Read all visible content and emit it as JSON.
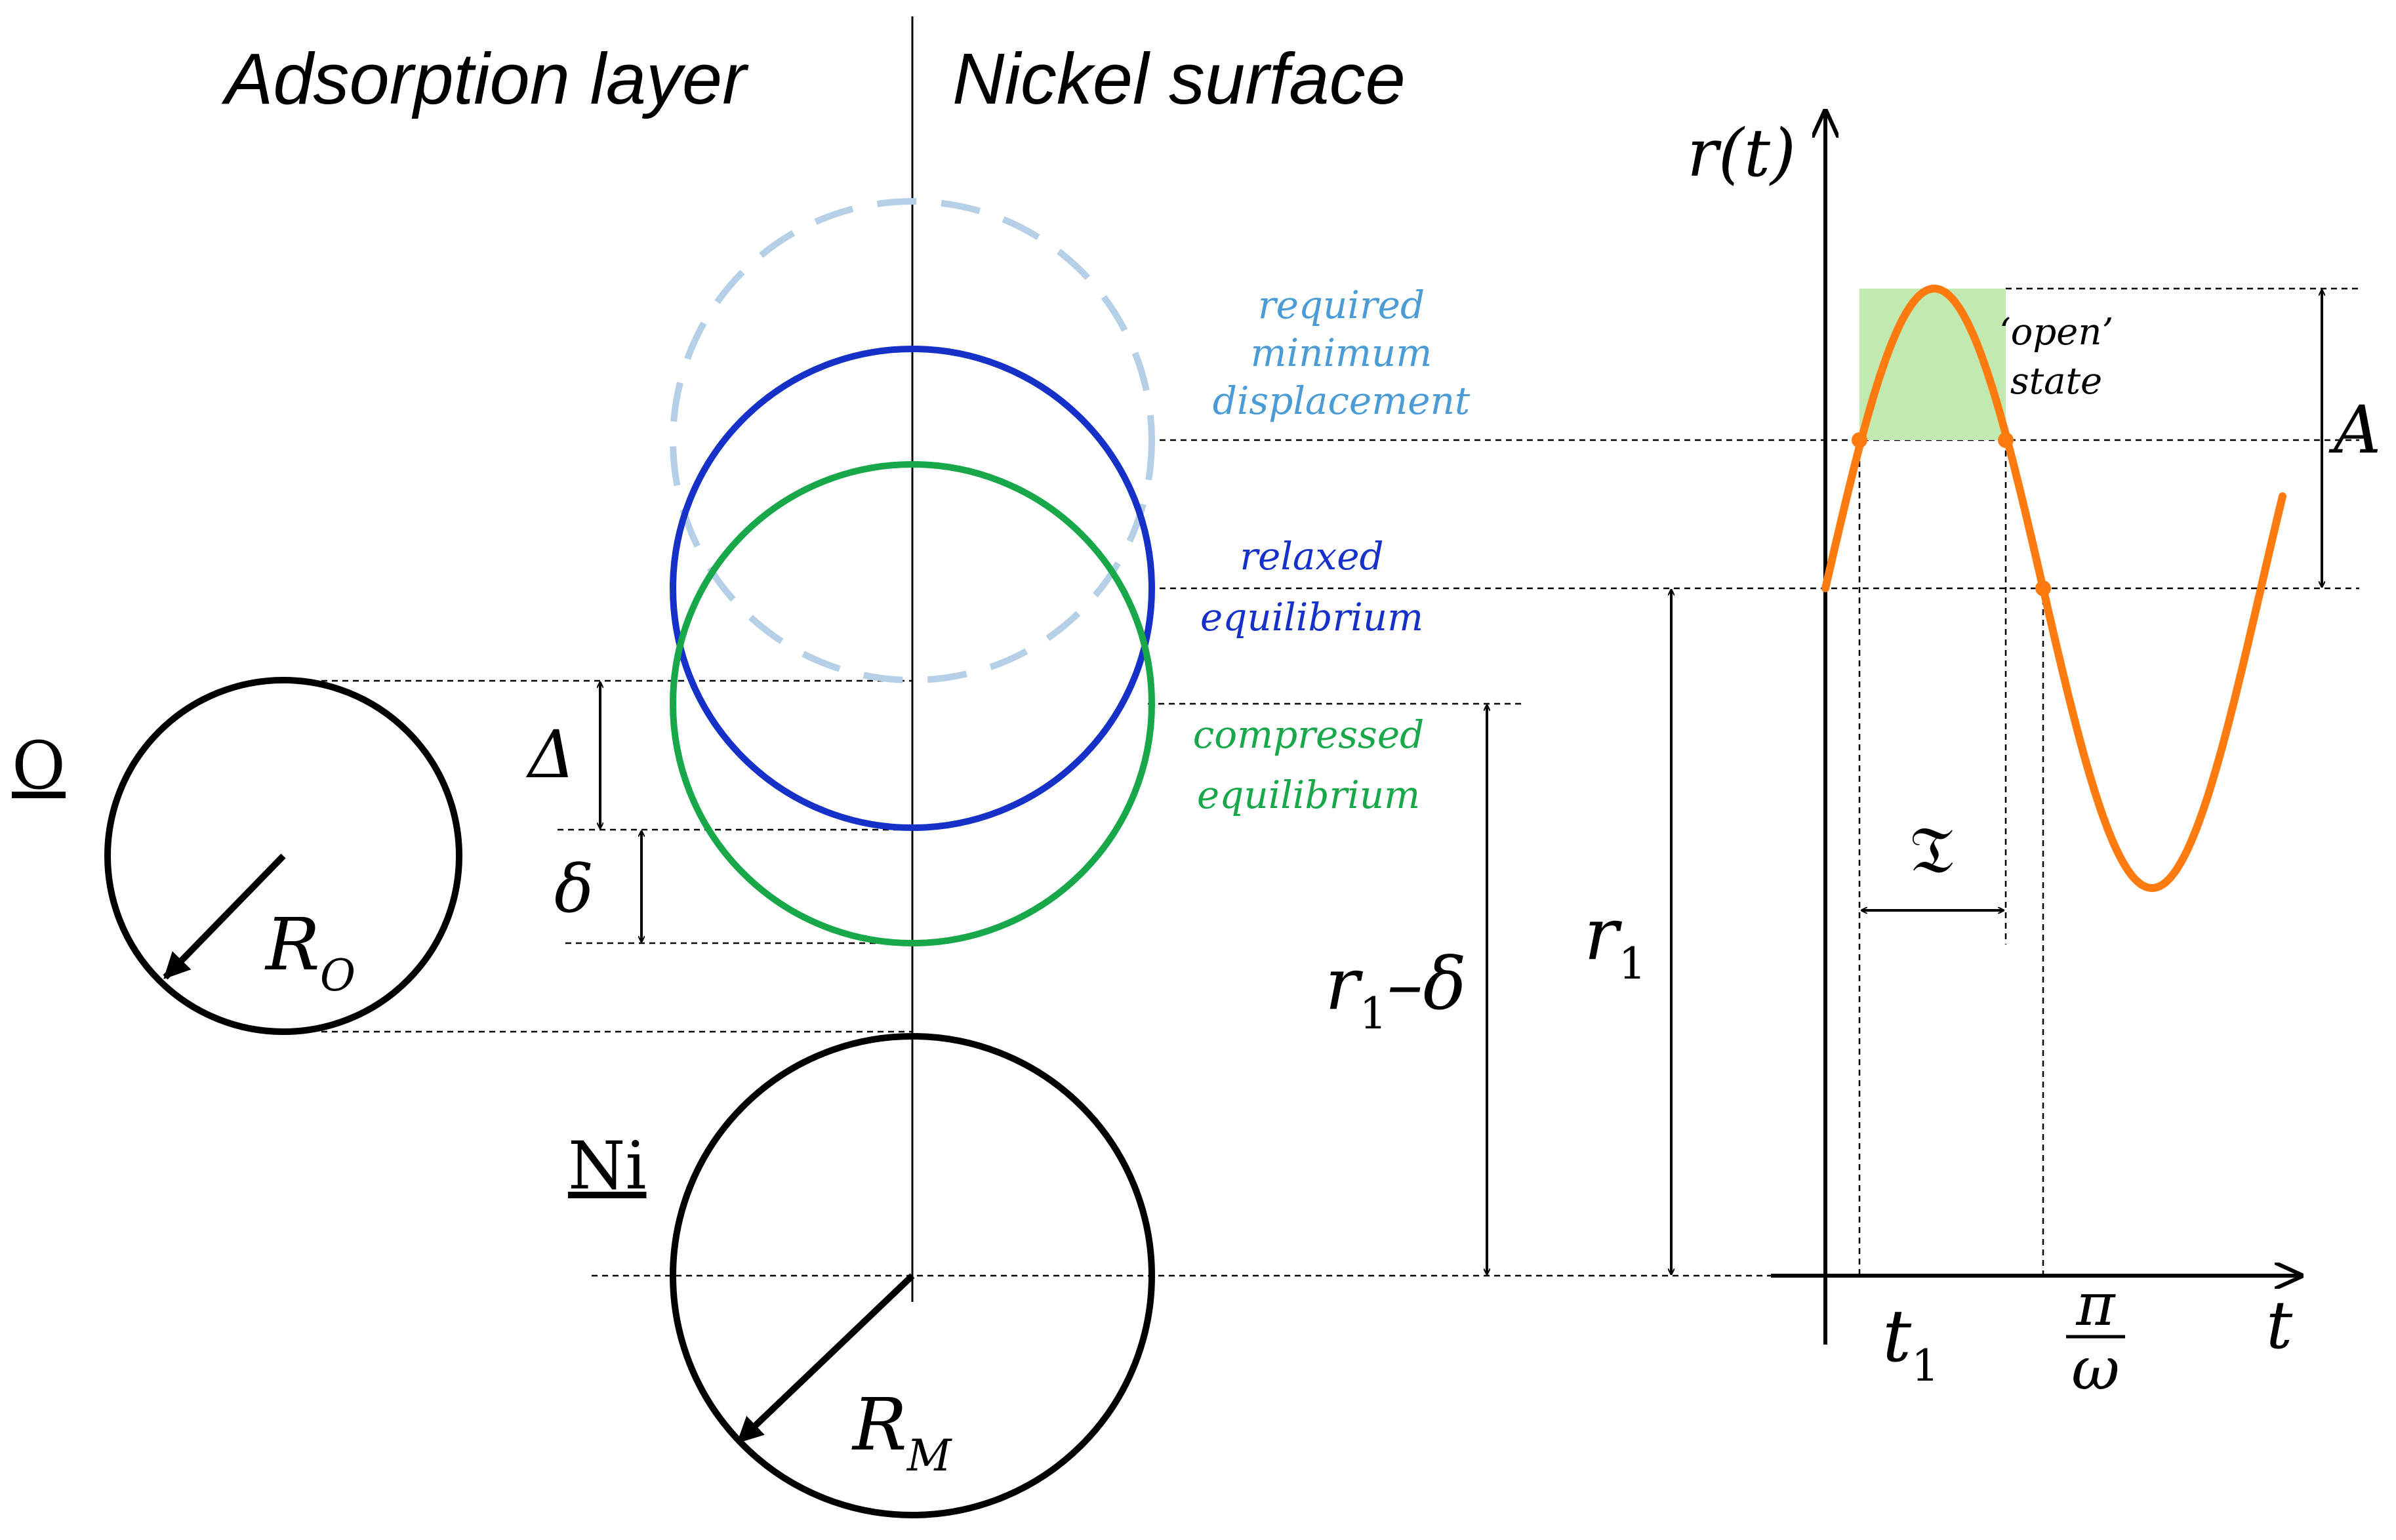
{
  "headings": {
    "left": "Adsorption layer",
    "right": "Nickel surface"
  },
  "atoms": {
    "oxygen_label": "O",
    "oxygen_radius": "R",
    "oxygen_radius_sub": "O",
    "nickel_label": "Ni",
    "nickel_radius": "R",
    "nickel_radius_sub": "M"
  },
  "states": {
    "required": {
      "line1": "required",
      "line2": "minimum",
      "line3": "displacement",
      "color": "#4a9bd6"
    },
    "relaxed": {
      "line1": "relaxed",
      "line2": "equilibrium",
      "color": "#1531c8"
    },
    "compressed": {
      "line1": "compressed",
      "line2": "equilibrium",
      "color": "#18a84a"
    },
    "dashed_circle_color": "#b4cfe6"
  },
  "dimensions": {
    "Delta": "Δ",
    "delta": "δ",
    "r1_minus_delta": {
      "r": "r",
      "sub": "1",
      "rest": "–δ"
    },
    "r1": {
      "r": "r",
      "sub": "1"
    }
  },
  "graph": {
    "y_label": "r(t)",
    "x_label": "t",
    "amplitude_label": "A",
    "open_state_line1": "‘open’",
    "open_state_line2": "state",
    "duration_symbol": "𝔗",
    "t1": {
      "t": "t",
      "sub": "1"
    },
    "pi_over_omega": {
      "num": "π",
      "den": "ω"
    },
    "curve_color": "#ff7b10",
    "open_fill": "#c2eab0"
  }
}
